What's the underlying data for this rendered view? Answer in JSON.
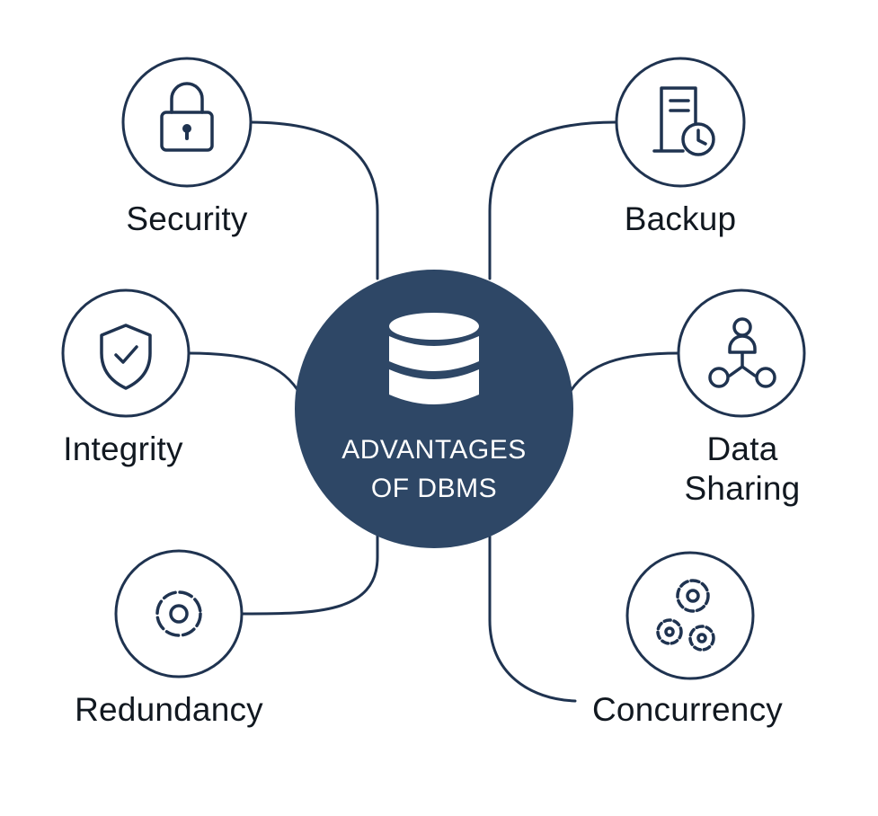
{
  "center": {
    "title_line1": "ADVANTAGES",
    "title_line2": "OF DBMS",
    "icon": "database-icon",
    "color": "#2e4766"
  },
  "nodes": {
    "security": {
      "label": "Security",
      "icon": "lock-icon"
    },
    "backup": {
      "label": "Backup",
      "icon": "server-clock-icon"
    },
    "integrity": {
      "label": "Integrity",
      "icon": "shield-check-icon"
    },
    "data_sharing": {
      "label_line1": "Data",
      "label_line2": "Sharing",
      "icon": "user-network-icon"
    },
    "redundancy": {
      "label": "Redundancy",
      "icon": "gear-icon"
    },
    "concurrency": {
      "label": "Concurrency",
      "icon": "gears-icon"
    }
  },
  "colors": {
    "outline": "#1f3350",
    "center_fill": "#2e4766",
    "text": "#111820",
    "background": "#ffffff"
  }
}
